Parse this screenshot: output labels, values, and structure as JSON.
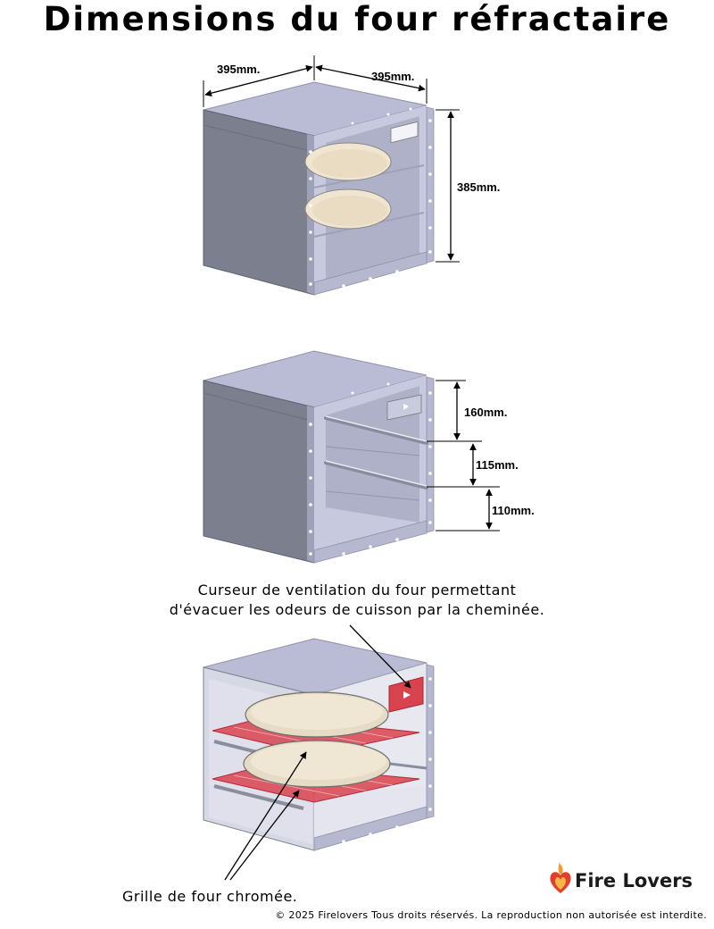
{
  "title": "Dimensions du four réfractaire",
  "figure1": {
    "width_label": "395mm.",
    "depth_label": "395mm.",
    "height_label": "385mm."
  },
  "figure2": {
    "top_gap_label": "160mm.",
    "middle_gap_label": "115mm.",
    "bottom_gap_label": "110mm."
  },
  "figure3": {
    "vent_caption_line1": "Curseur de ventilation du four permettant",
    "vent_caption_line2": "d'évacuer les odeurs de cuisson par la cheminée.",
    "grille_caption": "Grille de four chromée."
  },
  "footer": {
    "brand": "Fire Lovers",
    "copyright": "© 2025 Firelovers Tous droits réservés. La reproduction non autorisée est interdite."
  },
  "colors": {
    "box_side": "#7a7e8c",
    "box_top": "#b7bad2",
    "box_inner": "#c4c6dc",
    "highlight": "#d9434e",
    "pizza_stone": "#ece1cc"
  }
}
